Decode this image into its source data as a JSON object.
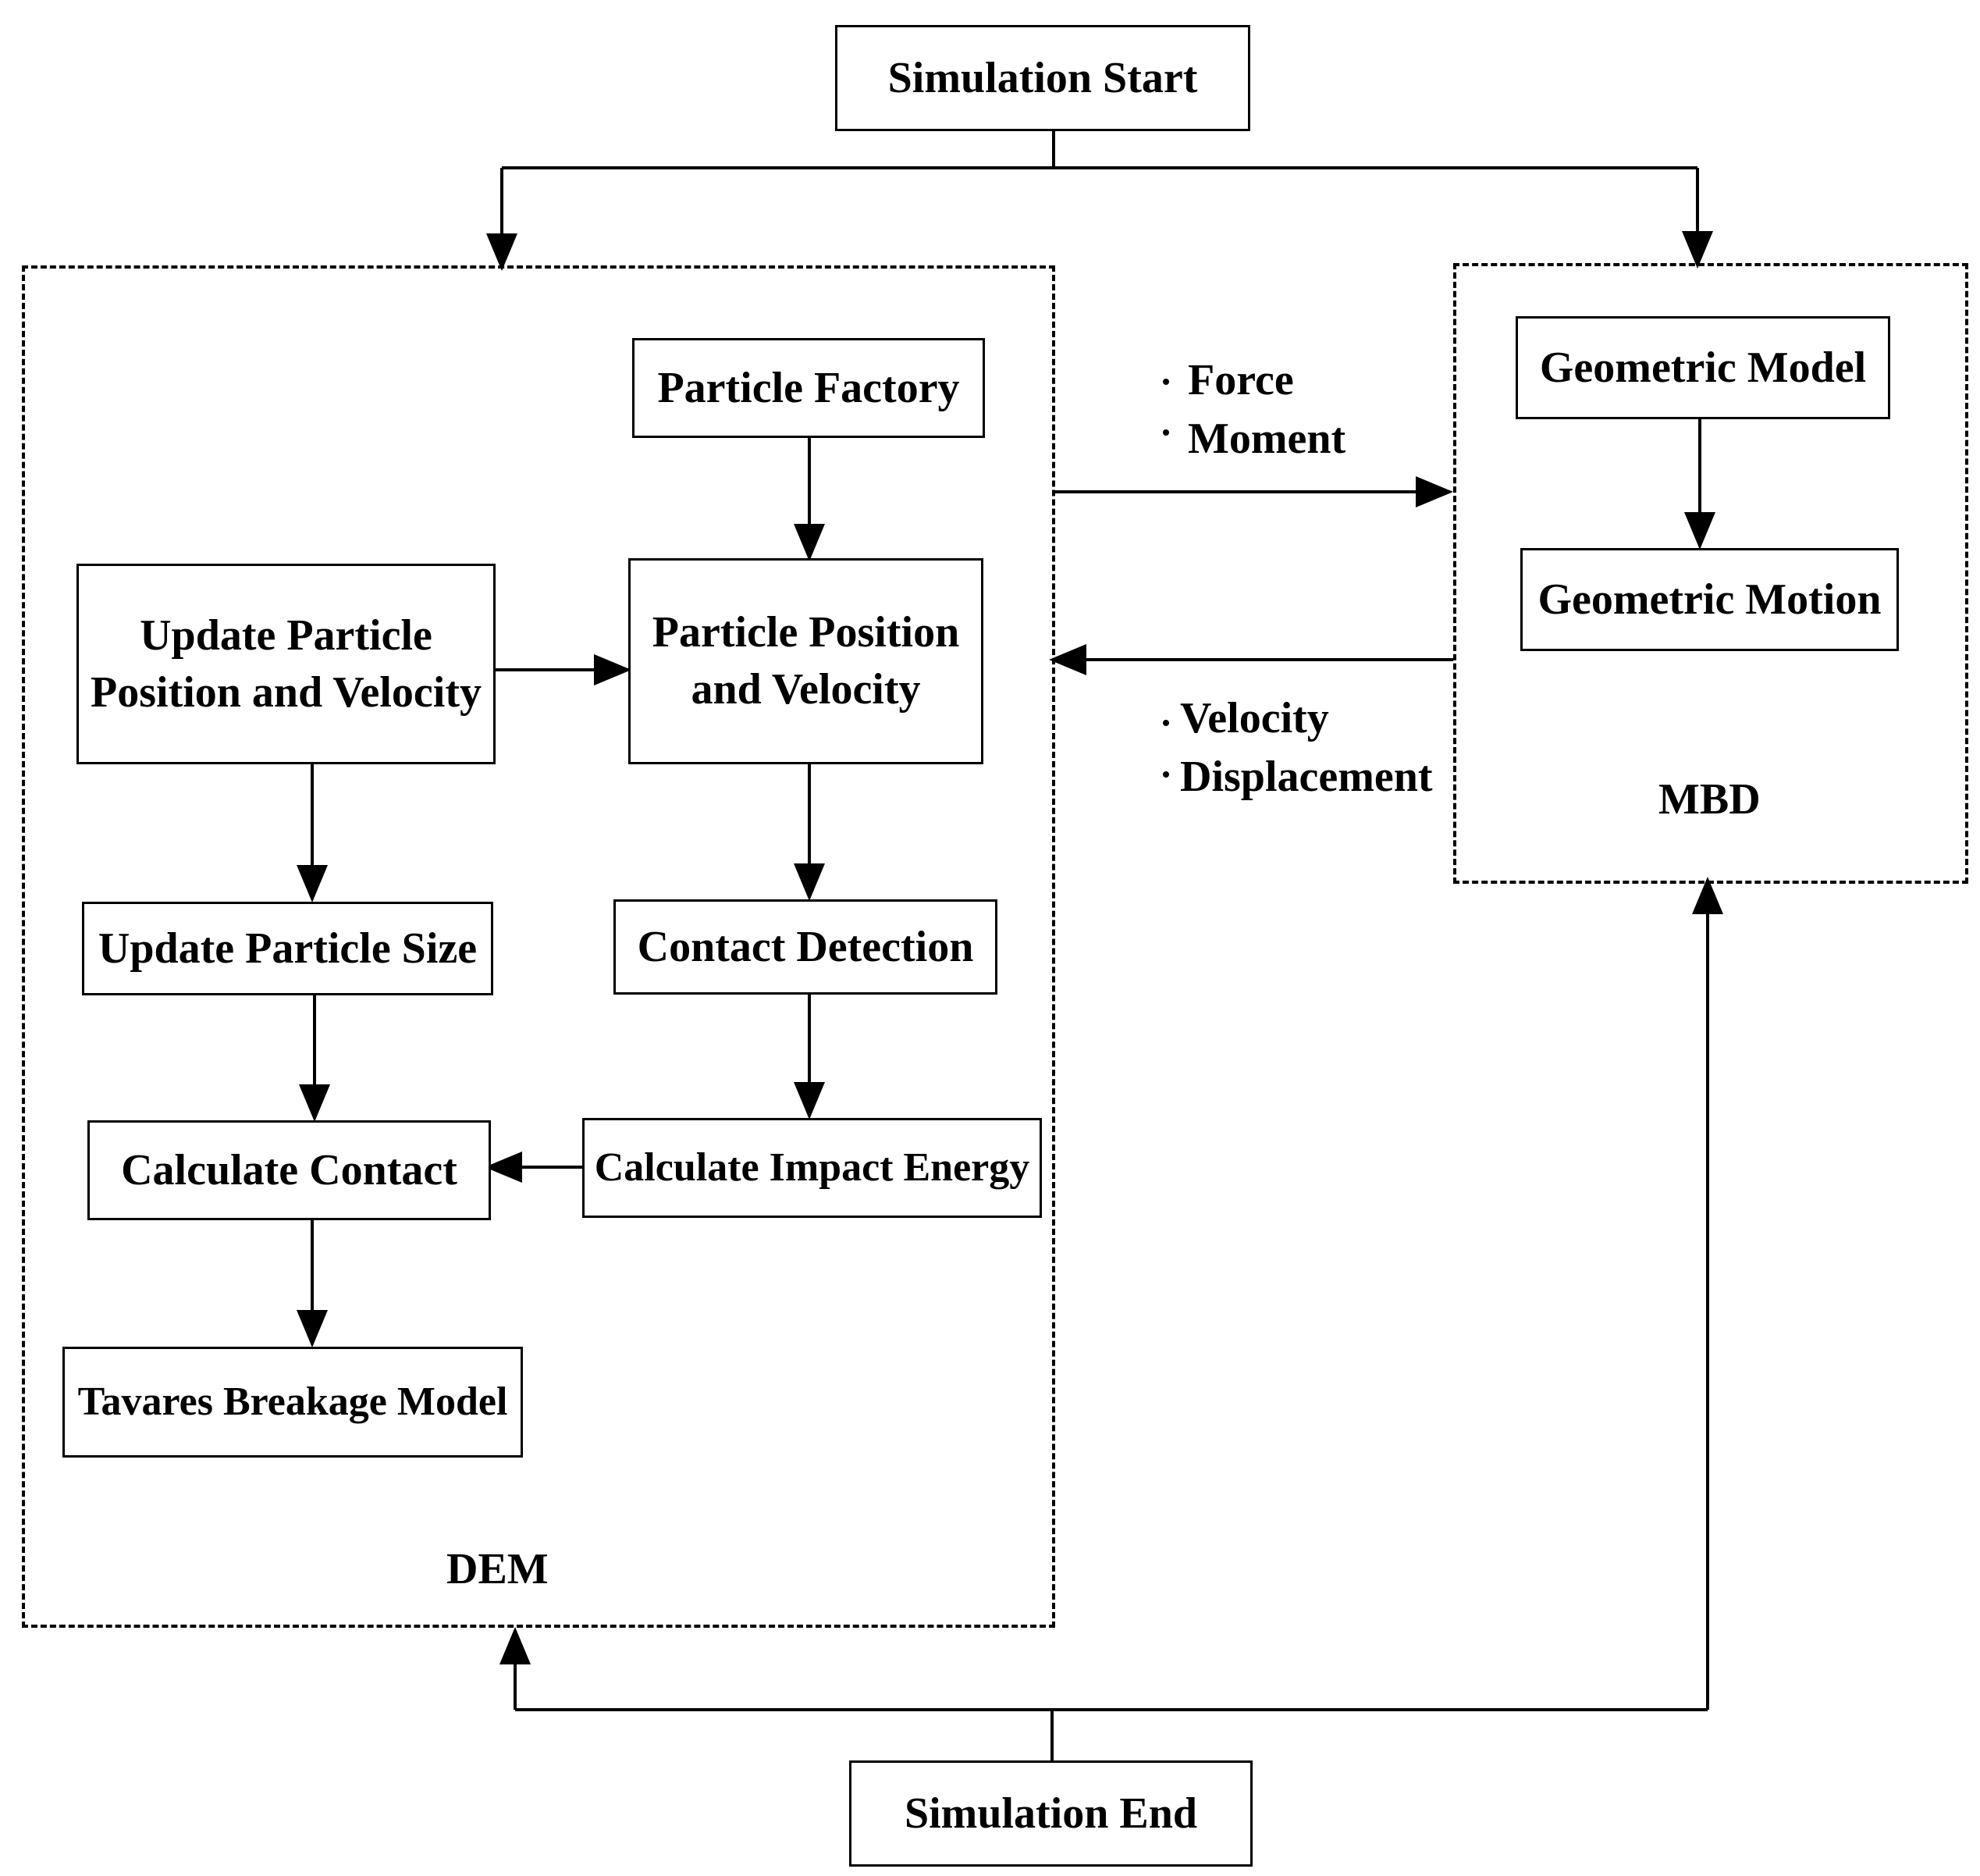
{
  "start": {
    "label": "Simulation Start"
  },
  "end": {
    "label": "Simulation End"
  },
  "dem": {
    "label": "DEM",
    "boxes": {
      "particle_factory": "Particle Factory",
      "particle_position": "Particle Position\nand Velocity",
      "update_position": "Update Particle\nPosition and Velocity",
      "update_size": "Update Particle Size",
      "contact_detection": "Contact Detection",
      "calculate_contact": "Calculate Contact",
      "calculate_impact": "Calculate Impact Energy",
      "tavares": "Tavares Breakage Model"
    }
  },
  "mbd": {
    "label": "MBD",
    "boxes": {
      "geometric_model": "Geometric Model",
      "geometric_motion": "Geometric Motion"
    }
  },
  "transfer": {
    "to_mbd": [
      "Force",
      "Moment"
    ],
    "to_dem": [
      "Velocity",
      "Displacement"
    ]
  }
}
